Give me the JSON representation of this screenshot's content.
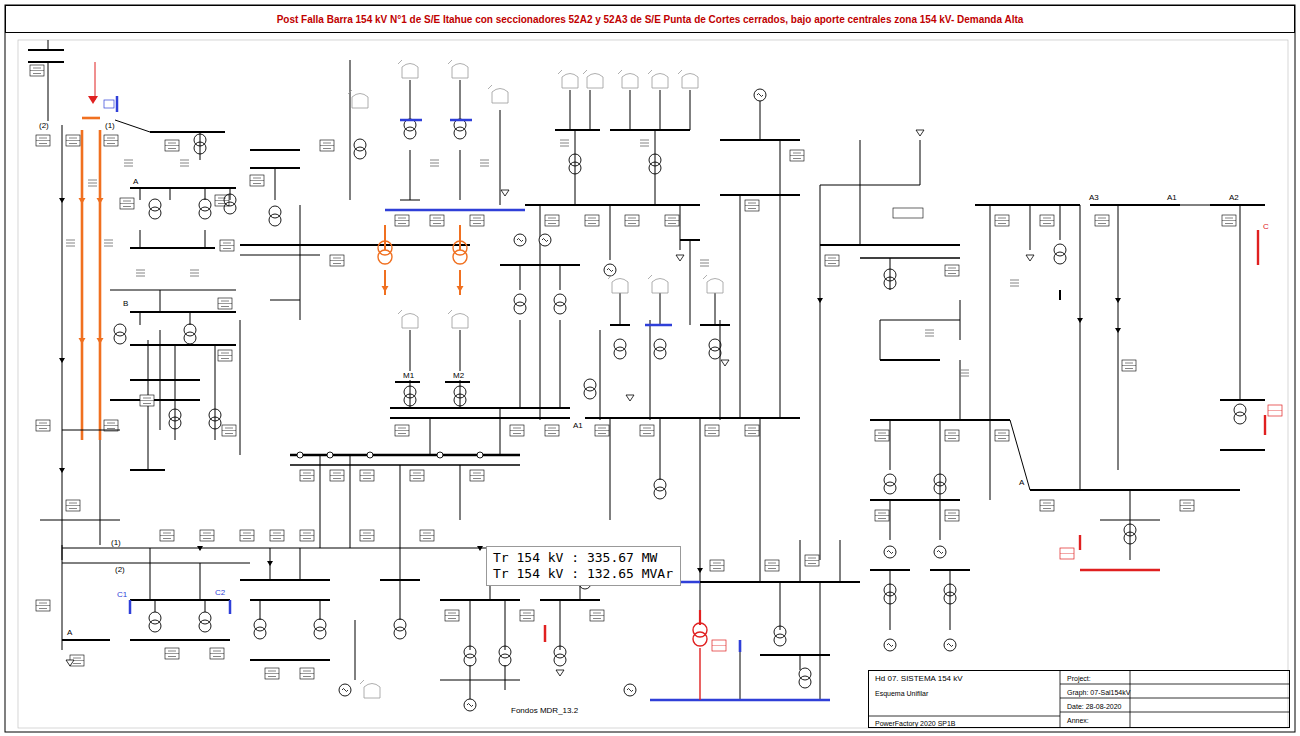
{
  "diagram": {
    "title": "Post Falla Barra 154 kV N°1 de S/E Itahue con seccionadores 52A2 y 52A3 de S/E Punta de Cortes cerrados, bajo aporte centrales zona 154 kV- Demanda Alta",
    "nodes": [
      {
        "text": [
          "Tr 154 kV : 335.67 MW",
          "Tr 154 kV : 132.65 MVAr"
        ]
      },
      {
        "text": [
          "Hd 07. SISTEMA 154 kV",
          "Esquema Unifilar",
          "PowerFactory 2020 SP1B",
          "Project:",
          "Graph: 07-Sal154kV",
          "Date: 28-08-2020",
          "Annex:"
        ]
      }
    ],
    "labels": [
      "(2)",
      "(1)",
      "A",
      "B",
      "M1",
      "M2",
      "A1",
      "(1)",
      "(2)",
      "A",
      "C1",
      "C2",
      "Fondos MDR_13.2",
      "C",
      "A",
      "A3",
      "A1",
      "A2"
    ]
  }
}
